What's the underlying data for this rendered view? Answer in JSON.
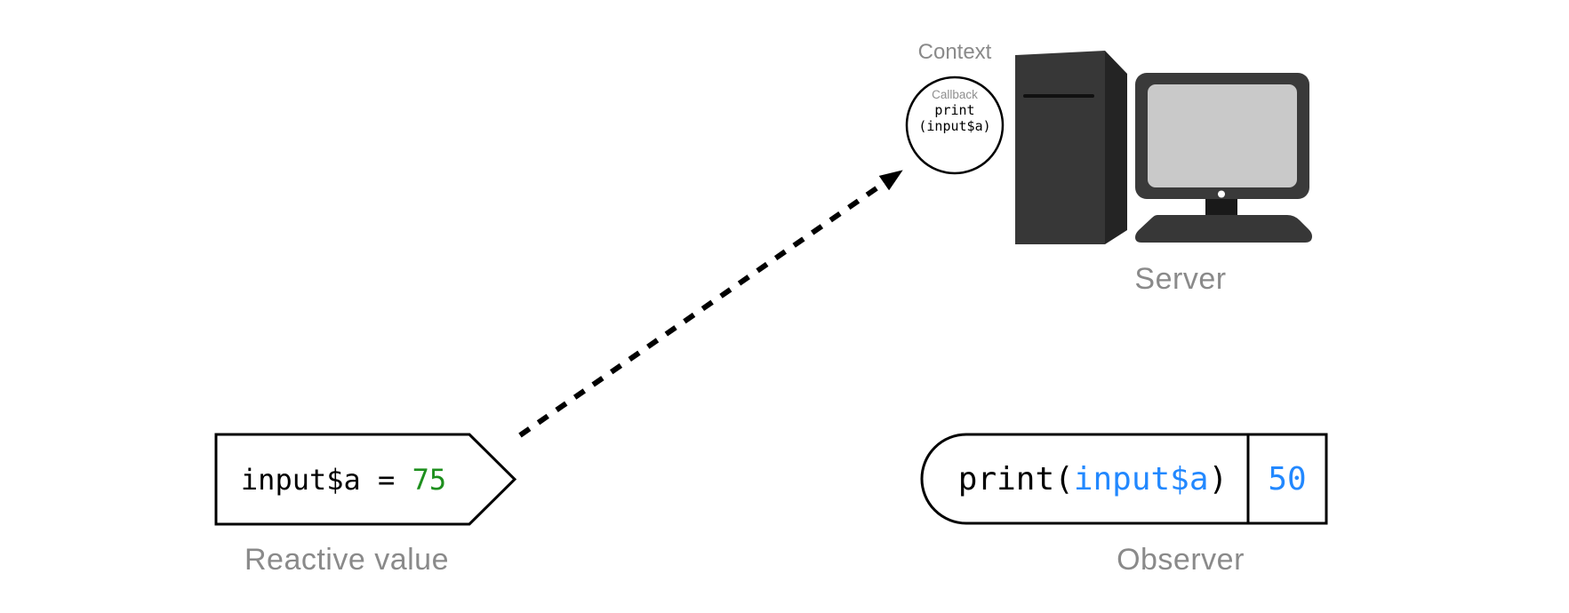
{
  "context": {
    "label": "Context",
    "bubble": {
      "title": "Callback",
      "code_line1": "print",
      "code_line2": "(input$a)"
    }
  },
  "server": {
    "label": "Server"
  },
  "reactive_value": {
    "label": "Reactive value",
    "code": "input$a = ",
    "value": "75"
  },
  "observer": {
    "label": "Observer",
    "code_prefix": "print(",
    "code_arg": "input$a",
    "code_suffix": ")",
    "value": "50"
  },
  "colors": {
    "label_gray": "#8a8a8a",
    "code_black": "#000000",
    "value_green": "#1e8f1e",
    "value_blue": "#2288ff",
    "shape_border": "#000000",
    "tower_front": "#373737",
    "tower_side": "#242424",
    "monitor_frame": "#3a3a3a",
    "screen_gray": "#c9c9c9"
  }
}
